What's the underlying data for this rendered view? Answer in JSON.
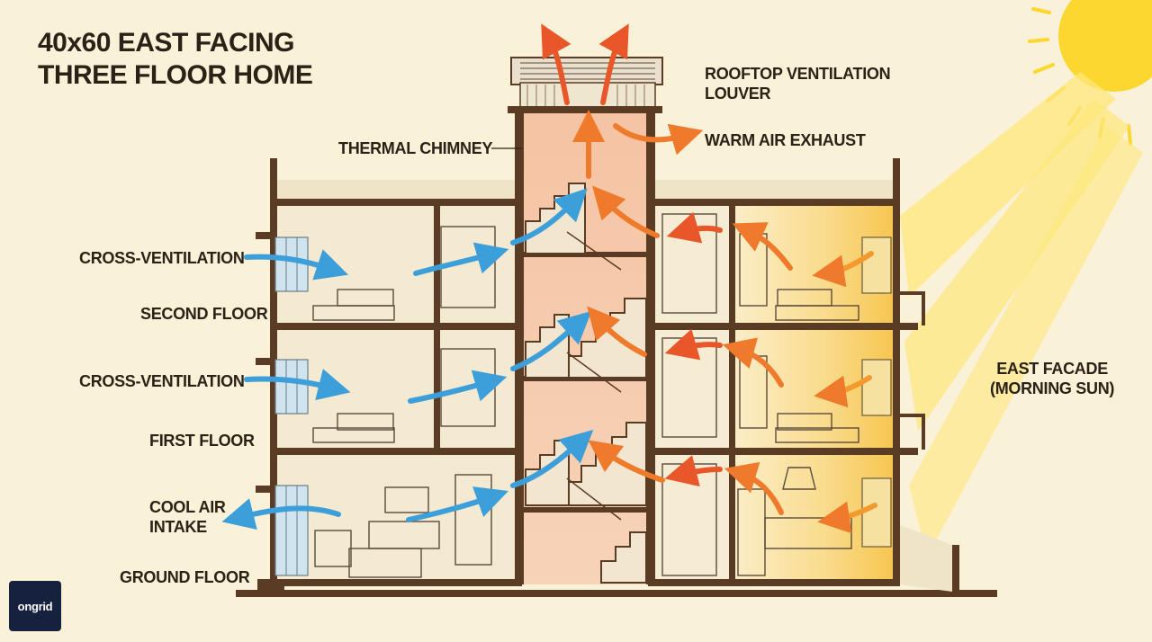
{
  "title": {
    "line1": "40x60 EAST FACING",
    "line2": "THREE FLOOR HOME"
  },
  "labels": {
    "cross_ventilation_upper": "CROSS-VENTILATION",
    "second_floor": "SECOND FLOOR",
    "cross_ventilation_lower": "CROSS-VENTILATION",
    "first_floor": "FIRST FLOOR",
    "cool_air_line1": "COOL AIR",
    "cool_air_line2": "INTAKE",
    "ground_floor": "GROUND FLOOR",
    "thermal_chimney": "THERMAL CHIMNEY",
    "rooftop_louver_line1": "ROOFTOP VENTILATION",
    "rooftop_louver_line2": "LOUVER",
    "warm_air_exhaust": "WARM AIR EXHAUST",
    "east_facade_line1": "EAST FACADE",
    "east_facade_line2": "(MORNING SUN)"
  },
  "logo": {
    "text": "ongrid"
  },
  "colors": {
    "background": "#faf1d9",
    "wall": "#5a3b24",
    "cool_air": "#3d9fd9",
    "warm_air": "#e8562a",
    "warm_air_light": "#f39a2e",
    "sun": "#fcd730",
    "chimney": "#f6c8a8",
    "sunlit_room": "#f8d683"
  }
}
